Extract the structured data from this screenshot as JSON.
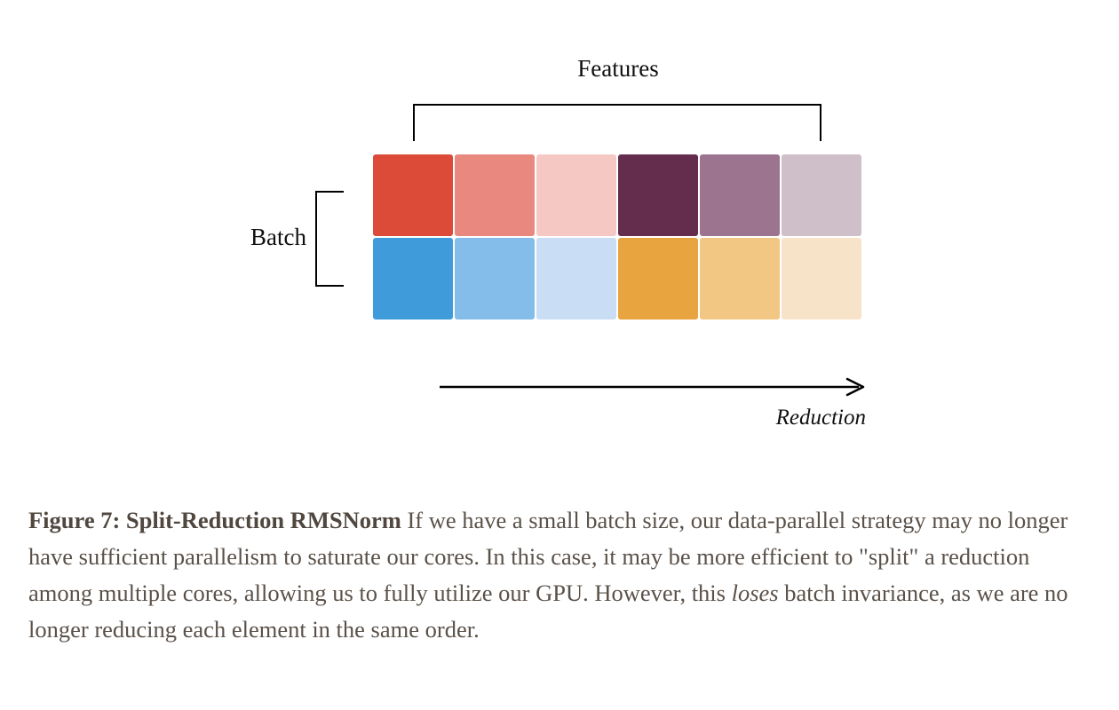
{
  "figure": {
    "features_label": "Features",
    "batch_label": "Batch",
    "reduction_label": "Reduction",
    "arrow_icon": "right-arrow-icon",
    "grid": {
      "rows": 2,
      "columns": 6,
      "row_labels": [
        "batch-row-0",
        "batch-row-1"
      ],
      "cells": [
        [
          {
            "name": "cell-r0-c0",
            "color": "#db4b37"
          },
          {
            "name": "cell-r0-c1",
            "color": "#e8887e"
          },
          {
            "name": "cell-r0-c2",
            "color": "#f5c8c4"
          },
          {
            "name": "cell-r0-c3",
            "color": "#642c4d"
          },
          {
            "name": "cell-r0-c4",
            "color": "#9c748f"
          },
          {
            "name": "cell-r0-c5",
            "color": "#cebfc8"
          }
        ],
        [
          {
            "name": "cell-r1-c0",
            "color": "#409bdb"
          },
          {
            "name": "cell-r1-c1",
            "color": "#84bcea"
          },
          {
            "name": "cell-r1-c2",
            "color": "#c9ddf4"
          },
          {
            "name": "cell-r1-c3",
            "color": "#e8a43e"
          },
          {
            "name": "cell-r1-c4",
            "color": "#f2c683"
          },
          {
            "name": "cell-r1-c5",
            "color": "#f7e4c8"
          }
        ]
      ]
    }
  },
  "caption": {
    "title": "Figure 7: Split-Reduction RMSNorm",
    "body_part_1": " If we have a small batch size, our data-parallel strategy may no longer have sufficient parallelism to saturate our cores. In this case, it may be more efficient to \"split\" a reduction among multiple cores, allowing us to fully utilize our GPU. However, this ",
    "emphasis": "loses",
    "body_part_2": " batch invariance, as we are no longer reducing each element in the same order."
  },
  "colors": {
    "background": "#ffffff",
    "ink": "#000000",
    "caption_text": "#5a5149",
    "caption_title": "#50473f"
  }
}
